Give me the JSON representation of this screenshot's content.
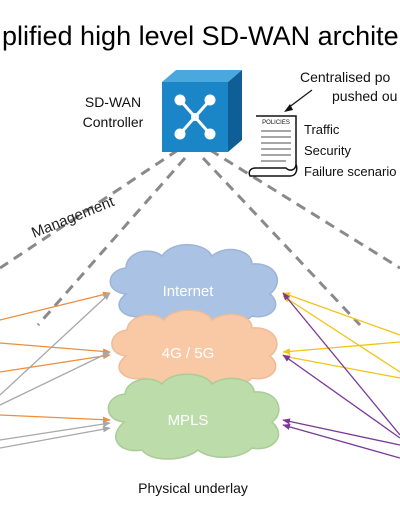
{
  "title": "plified high level SD-WAN archite",
  "controller": {
    "label_line1": "SD-WAN",
    "label_line2": "Controller"
  },
  "policies": {
    "doc_label": "POLICIES",
    "note_line1": "Centralised po",
    "note_line2": "pushed ou",
    "items": [
      "Traffic",
      "Security",
      "Failure scenario"
    ]
  },
  "management_label": "Management",
  "clouds": [
    {
      "label": "Internet",
      "color": "#aac2e4"
    },
    {
      "label": "4G / 5G",
      "color": "#f9c9a6"
    },
    {
      "label": "MPLS",
      "color": "#bcdcaa"
    }
  ],
  "underlay_label": "Physical underlay",
  "colors": {
    "controller_blue": "#1a86c8",
    "left_orange": "#ec8e3d",
    "left_gray": "#a8a8a8",
    "right_yellow": "#f2c418",
    "right_purple": "#7a3a98",
    "management_dash": "#8a8a8a"
  }
}
